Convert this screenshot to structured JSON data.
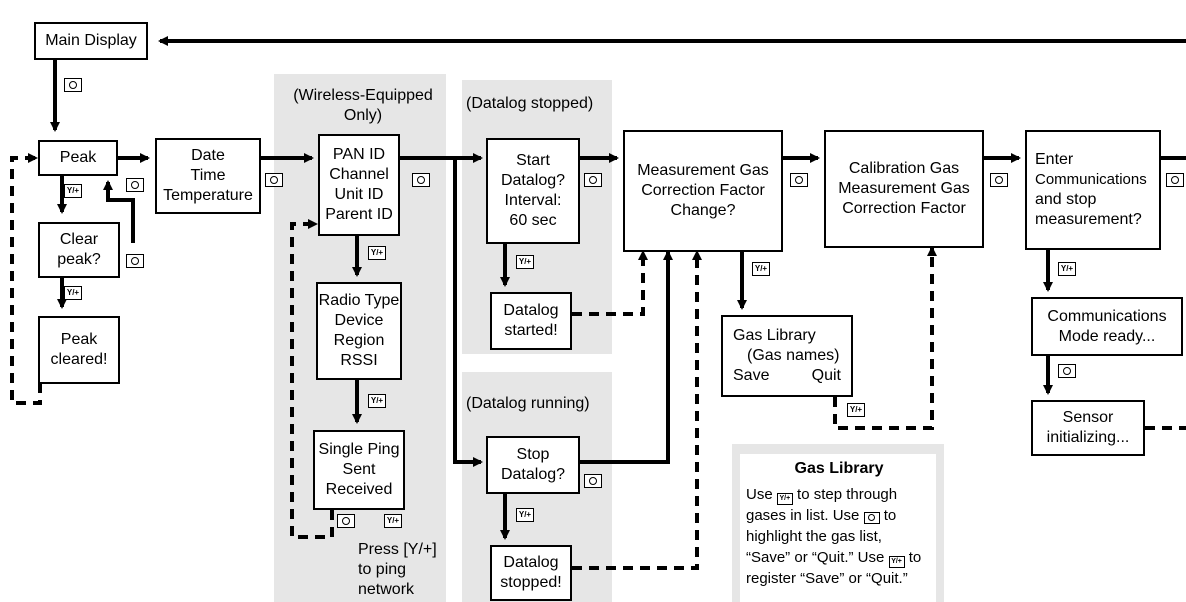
{
  "panels": {
    "wireless_caption": [
      "(Wireless-Equipped",
      "Only)"
    ],
    "datalog_stopped_caption": "(Datalog stopped)",
    "datalog_running_caption": "(Datalog running)"
  },
  "boxes": {
    "main_display": [
      "Main Display"
    ],
    "peak": [
      "Peak"
    ],
    "clear_peak": [
      "Clear",
      "peak?"
    ],
    "peak_cleared": [
      "Peak",
      "cleared!"
    ],
    "date_time": [
      "Date",
      "Time",
      "Temperature"
    ],
    "pan_id": [
      "PAN ID",
      "Channel",
      "Unit ID",
      "Parent ID"
    ],
    "radio_type": [
      "Radio Type",
      "Device",
      "Region",
      "RSSI"
    ],
    "single_ping": [
      "Single Ping",
      "Sent",
      "Received"
    ],
    "start_datalog": [
      "Start",
      "Datalog?",
      "Interval:",
      "60 sec"
    ],
    "datalog_started": [
      "Datalog",
      "started!"
    ],
    "stop_datalog": [
      "Stop",
      "Datalog?"
    ],
    "datalog_stopped": [
      "Datalog",
      "stopped!"
    ],
    "measurement_gas": [
      "Measurement Gas",
      "Correction Factor",
      "Change?"
    ],
    "gas_library": [
      "Gas Library",
      "(Gas names)",
      "Save",
      "Quit"
    ],
    "calibration_gas": [
      "Calibration Gas",
      "Measurement Gas",
      "Correction Factor"
    ],
    "enter_comms": [
      "Enter",
      "Communications",
      "and stop",
      "measurement?"
    ],
    "comms_ready": [
      "Communications",
      "Mode ready..."
    ],
    "sensor_init": [
      "Sensor",
      "initializing..."
    ]
  },
  "press_note": [
    "Press [Y/+]",
    "to ping",
    "network"
  ],
  "keys": {
    "yes_plus": "Y/+",
    "mode": "mode-key"
  },
  "legend": {
    "title": "Gas Library",
    "line1_pre": "Use",
    "line1_post": "to step through",
    "line2_pre": "gases in list. Use",
    "line2_post": "to",
    "line3": "highlight the gas list,",
    "line4_pre": "“Save” or “Quit.” Use",
    "line4_post": "to",
    "line5": "register “Save” or “Quit.”"
  },
  "colors": {
    "panel": "#e6e6e6",
    "line": "#000000"
  }
}
